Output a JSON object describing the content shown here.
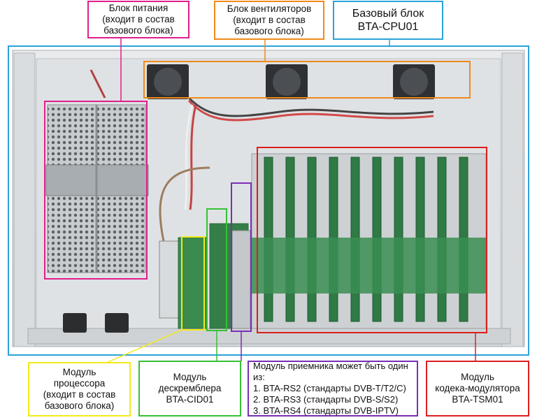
{
  "colors": {
    "power": "#e01e8c",
    "fans": "#f08a1a",
    "base": "#2aa3da",
    "cpu": "#f3ea1a",
    "descrambler": "#37c037",
    "receiver": "#7a2fb4",
    "codec": "#dc1f1f"
  },
  "labels": {
    "power": [
      "Блок питания",
      "(входит в состав",
      "базового блока)"
    ],
    "fans": [
      "Блок вентиляторов",
      "(входит в состав",
      "базового блока)"
    ],
    "base": [
      "Базовый блок",
      "BTA-CPU01"
    ],
    "cpu": [
      "Модуль",
      "процессора",
      "(входит в состав",
      "базового блока)"
    ],
    "descrambler": [
      "Модуль",
      "дескремблера",
      "BTA-CID01"
    ],
    "receiver": [
      "Модуль приемника может быть один из:",
      "1. BTA-RS2 (стандарты DVB-T/T2/C)",
      "2. BTA-RS3 (стандарты DVB-S/S2)",
      "3. BTA-RS4 (стандарты DVB-IPTV)"
    ],
    "codec": [
      "Модуль",
      "кодека-модулятора",
      "BTA-TSM01"
    ]
  }
}
